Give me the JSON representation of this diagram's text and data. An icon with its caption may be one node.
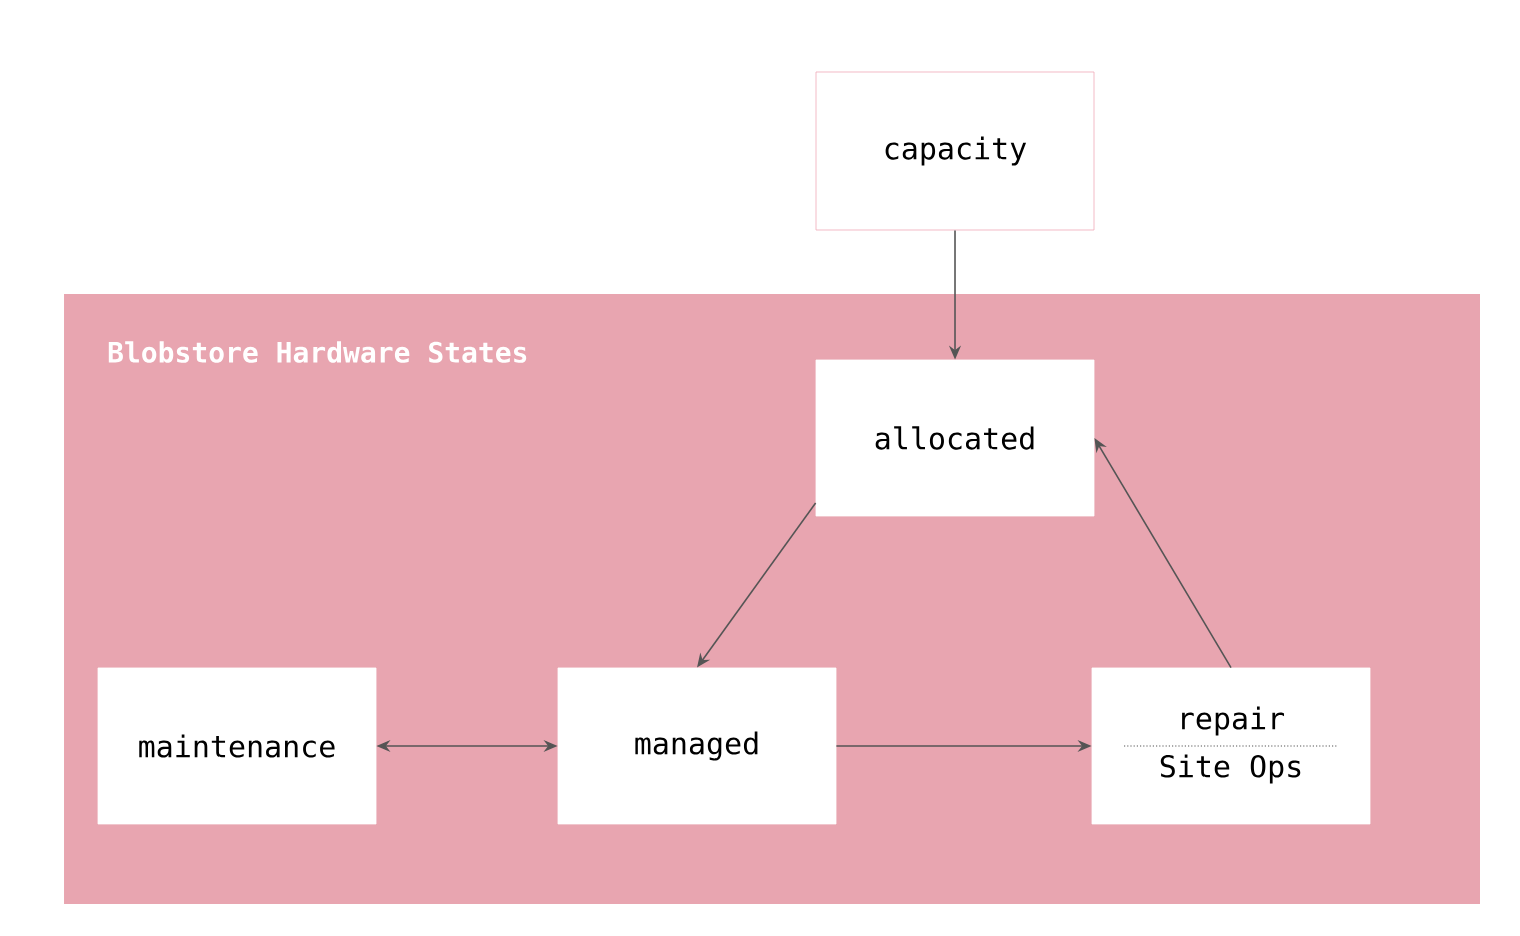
{
  "diagram": {
    "nodes": [
      {
        "text": [
          "capacity"
        ]
      },
      {
        "text": [
          "Blobstore Hardware States"
        ]
      },
      {
        "text": [
          "allocated"
        ],
        "in": 1
      },
      {
        "text": [
          "maintenance"
        ],
        "in": 1
      },
      {
        "text": [
          "managed"
        ],
        "in": 1
      },
      {
        "text": [
          "repair",
          "Site Ops"
        ],
        "in": 1
      }
    ],
    "edges": [
      {
        "from": 0,
        "to": 2,
        "arrow": "to"
      },
      {
        "from": 2,
        "to": 4,
        "arrow": "to"
      },
      {
        "from": 3,
        "to": 4,
        "arrow": "both"
      },
      {
        "from": 4,
        "to": 5,
        "arrow": "to"
      },
      {
        "from": 5,
        "to": 2,
        "arrow": "to"
      }
    ]
  }
}
